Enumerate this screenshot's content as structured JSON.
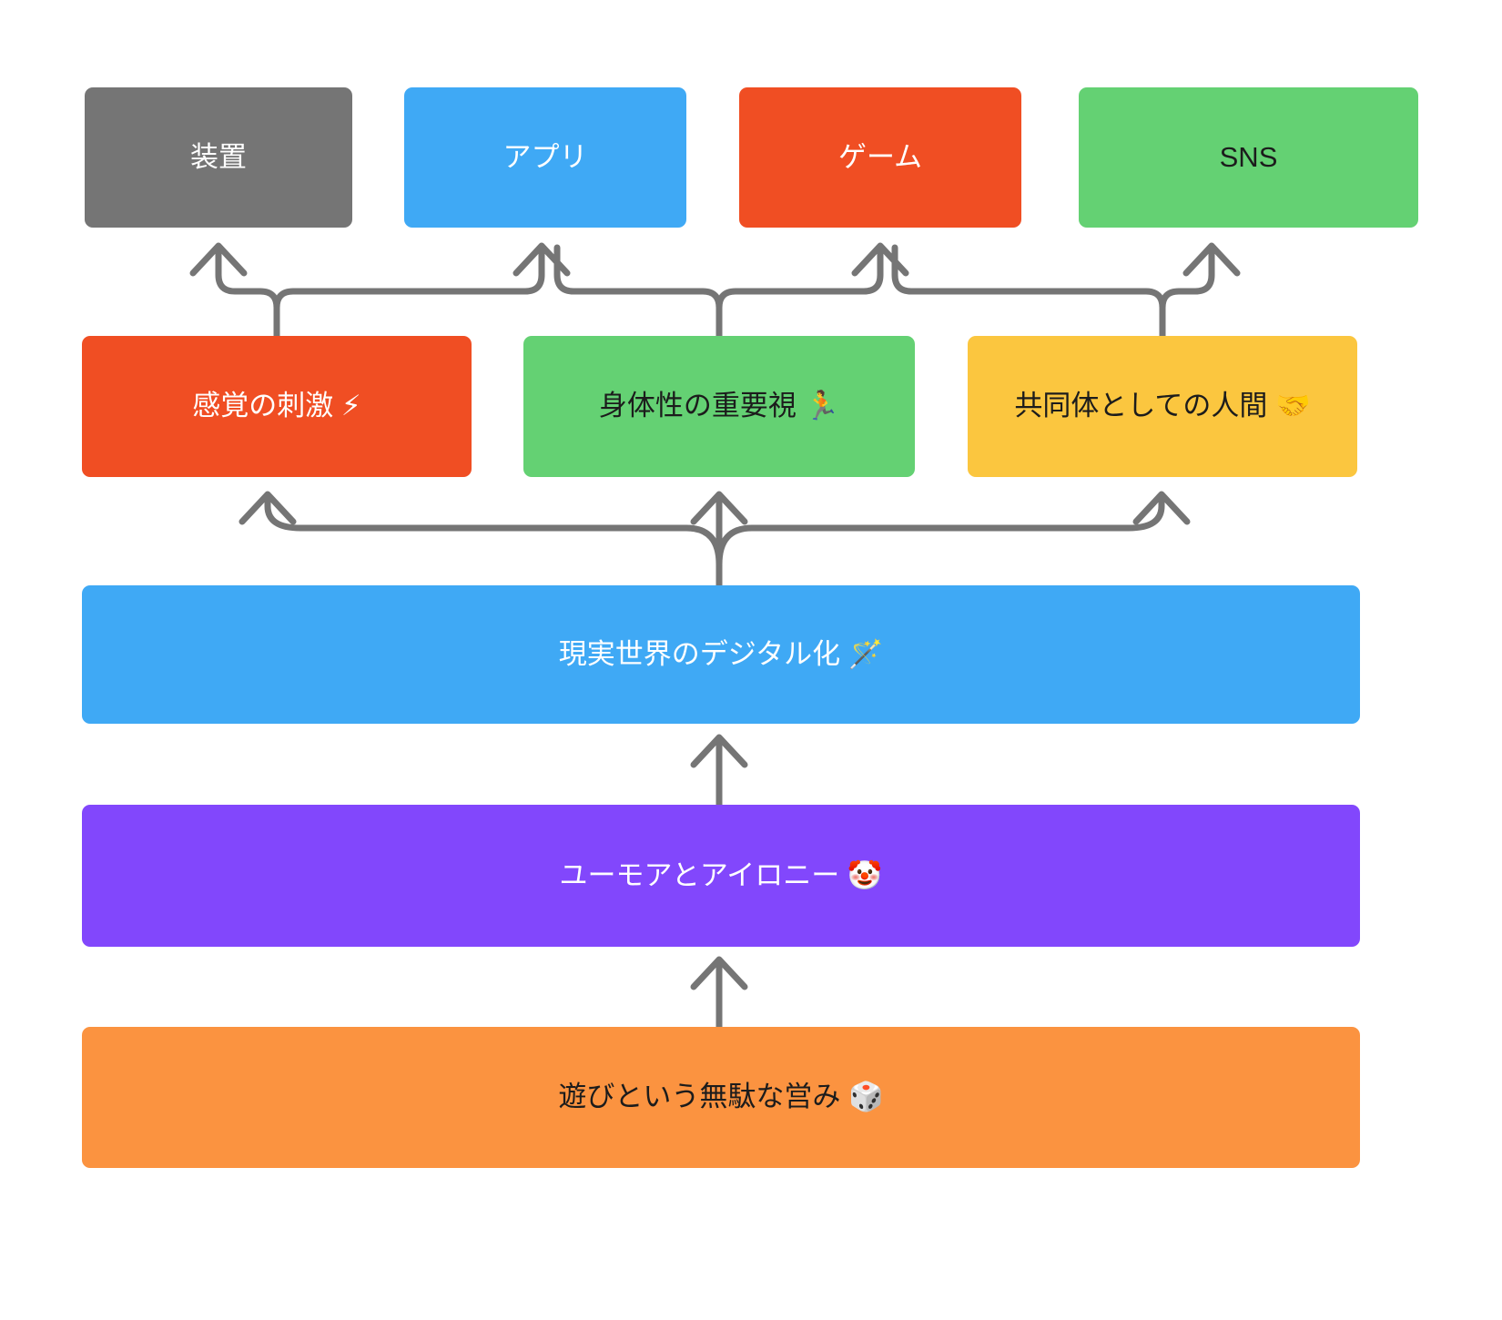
{
  "diagram": {
    "title": "",
    "background_color": "#ffffff",
    "connector_color": "#757575",
    "connector_width": 7,
    "tiers": [
      {
        "id": "tier-outputs",
        "name": "outputs",
        "nodes": [
          {
            "id": "device",
            "label": "装置",
            "emoji": "",
            "fill": "#757575",
            "text_color": "#ffffff"
          },
          {
            "id": "app",
            "label": "アプリ",
            "emoji": "",
            "fill": "#3FA9F5",
            "text_color": "#ffffff"
          },
          {
            "id": "game",
            "label": "ゲーム",
            "emoji": "",
            "fill": "#F04E23",
            "text_color": "#ffffff"
          },
          {
            "id": "sns",
            "label": "SNS",
            "emoji": "",
            "fill": "#64D173",
            "text_color": "#1c1c1c"
          }
        ]
      },
      {
        "id": "tier-principles",
        "name": "principles",
        "nodes": [
          {
            "id": "sensory",
            "label": "感覚の刺激 ⚡",
            "emoji": "⚡",
            "fill": "#F04E23",
            "text_color": "#ffffff"
          },
          {
            "id": "physical",
            "label": "身体性の重要視 🏃",
            "emoji": "🏃",
            "fill": "#64D173",
            "text_color": "#1c1c1c"
          },
          {
            "id": "communal",
            "label": "共同体としての人間 🤝",
            "emoji": "🤝",
            "fill": "#FBC63F",
            "text_color": "#1c1c1c"
          }
        ]
      },
      {
        "id": "tier-digital",
        "name": "digitalization",
        "nodes": [
          {
            "id": "digital",
            "label": "現実世界のデジタル化 🪄",
            "emoji": "🪄",
            "fill": "#3FA9F5",
            "text_color": "#ffffff"
          }
        ]
      },
      {
        "id": "tier-humor",
        "name": "humor",
        "nodes": [
          {
            "id": "humor",
            "label": "ユーモアとアイロニー 🤡",
            "emoji": "🤡",
            "fill": "#8247FC",
            "text_color": "#ffffff"
          }
        ]
      },
      {
        "id": "tier-play",
        "name": "play",
        "nodes": [
          {
            "id": "play",
            "label": "遊びという無駄な営み 🎲",
            "emoji": "🎲",
            "fill": "#FB9340",
            "text_color": "#1c1c1c"
          }
        ]
      }
    ],
    "edges": [
      {
        "from": "sensory",
        "to": "device",
        "style": "elbow-up-arrow"
      },
      {
        "from": "sensory",
        "to": "app",
        "style": "elbow-up-arrow"
      },
      {
        "from": "physical",
        "to": "app",
        "style": "elbow-up-arrow"
      },
      {
        "from": "physical",
        "to": "game",
        "style": "elbow-up-arrow"
      },
      {
        "from": "communal",
        "to": "game",
        "style": "elbow-up-arrow"
      },
      {
        "from": "communal",
        "to": "sns",
        "style": "elbow-up-arrow"
      },
      {
        "from": "digital",
        "to": "sensory",
        "style": "elbow-up-arrow"
      },
      {
        "from": "digital",
        "to": "physical",
        "style": "straight-up-arrow"
      },
      {
        "from": "digital",
        "to": "communal",
        "style": "elbow-up-arrow"
      },
      {
        "from": "humor",
        "to": "digital",
        "style": "straight-up-arrow"
      },
      {
        "from": "play",
        "to": "humor",
        "style": "straight-up-arrow"
      }
    ]
  }
}
